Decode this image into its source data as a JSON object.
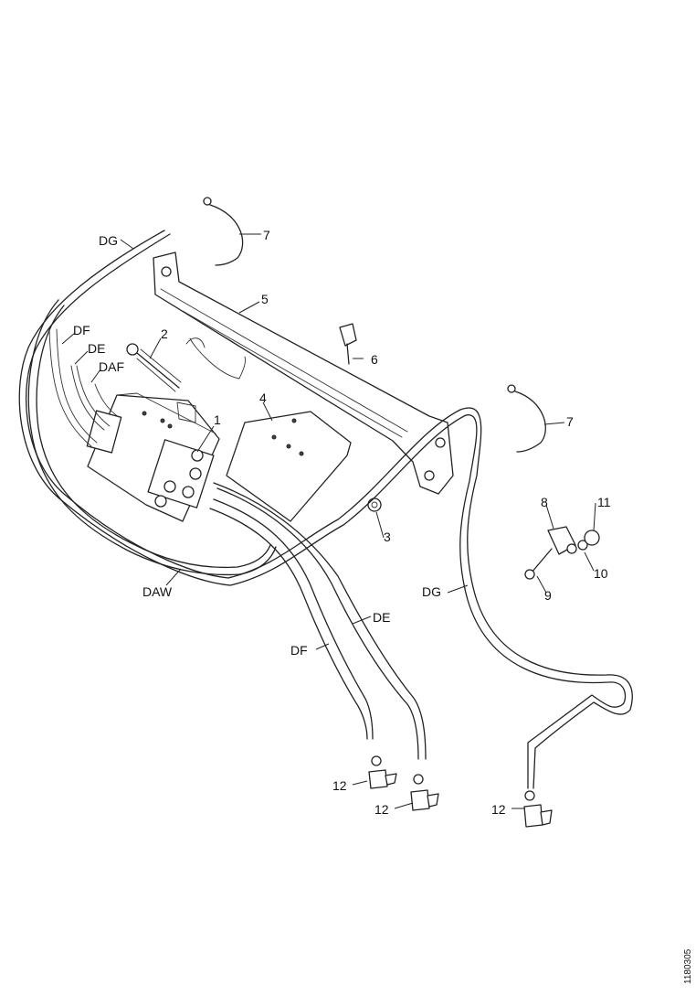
{
  "diagram": {
    "callouts": {
      "c1": "1",
      "c2": "2",
      "c3": "3",
      "c4": "4",
      "c5": "5",
      "c6": "6",
      "c7a": "7",
      "c7b": "7",
      "c8": "8",
      "c9": "9",
      "c10": "10",
      "c11": "11",
      "c12a": "12",
      "c12b": "12",
      "c12c": "12",
      "dg_left": "DG",
      "dg_right": "DG",
      "df_top": "DF",
      "de_top": "DE",
      "daf": "DAF",
      "daw": "DAW",
      "de_bottom": "DE",
      "df_bottom": "DF"
    },
    "document_number": "1180305"
  }
}
